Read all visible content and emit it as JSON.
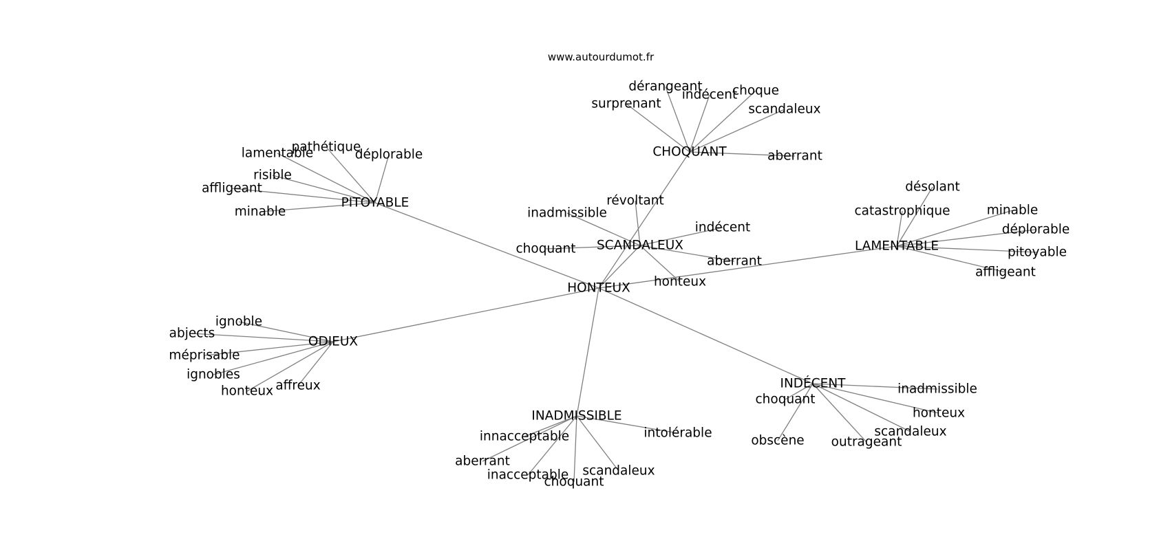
{
  "source": "www.autourdumot.fr",
  "center": "HONTEUX",
  "clusters": [
    {
      "key": "choquant",
      "word": "CHOQUANT",
      "neighbors": [
        "dérangeant",
        "indécent",
        "choque",
        "surprenant",
        "scandaleux",
        "aberrant"
      ]
    },
    {
      "key": "pitoyable",
      "word": "PITOYABLE",
      "neighbors": [
        "pathétique",
        "lamentable",
        "déplorable",
        "risible",
        "affligeant",
        "minable"
      ]
    },
    {
      "key": "scandaleux",
      "word": "SCANDALEUX",
      "neighbors": [
        "révoltant",
        "inadmissible",
        "indécent",
        "choquant",
        "aberrant",
        "honteux"
      ]
    },
    {
      "key": "lamentable",
      "word": "LAMENTABLE",
      "neighbors": [
        "désolant",
        "catastrophique",
        "minable",
        "déplorable",
        "pitoyable",
        "affligeant"
      ]
    },
    {
      "key": "odieux",
      "word": "ODIEUX",
      "neighbors": [
        "ignoble",
        "abjects",
        "méprisable",
        "ignobles",
        "honteux",
        "affreux"
      ]
    },
    {
      "key": "indecent",
      "word": "INDÉCENT",
      "neighbors": [
        "choquant",
        "inadmissible",
        "honteux",
        "scandaleux",
        "obscène",
        "outrageant"
      ]
    },
    {
      "key": "inadmissible",
      "word": "INADMISSIBLE",
      "neighbors": [
        "innacceptable",
        "intolérable",
        "aberrant",
        "scandaleux",
        "inacceptable",
        "choquant"
      ]
    }
  ]
}
